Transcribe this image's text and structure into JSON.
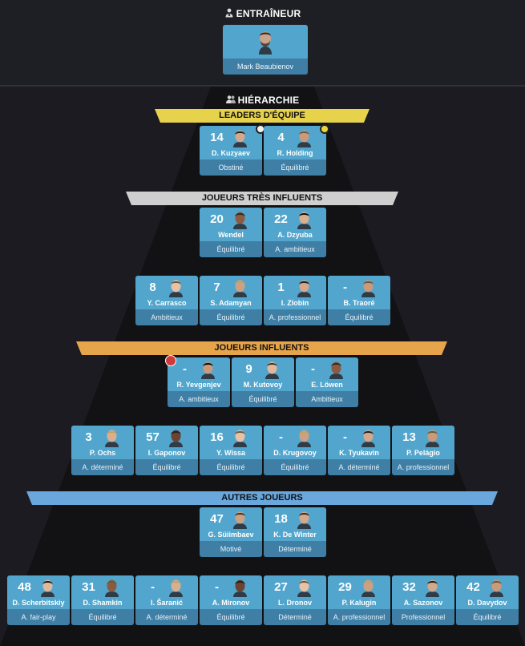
{
  "coach_section": {
    "title": "ENTRAÎNEUR",
    "coach_name": "Mark Beaubienov"
  },
  "hierarchy_section": {
    "title": "HIÉRARCHIE"
  },
  "tiers": {
    "leaders": {
      "label": "LEADERS D'ÉQUIPE",
      "color": "#e7d24c"
    },
    "very_influential": {
      "label": "JOUEURS TRÈS INFLUENTS",
      "color": "#cfcfcf"
    },
    "influential": {
      "label": "JOUEURS INFLUENTS",
      "color": "#e7a54b"
    },
    "others": {
      "label": "AUTRES JOUEURS",
      "color": "#6aa7dd"
    }
  },
  "rows": [
    [
      {
        "num": "14",
        "name": "D. Kuzyaev",
        "personality": "Obstiné",
        "badge": "white"
      },
      {
        "num": "4",
        "name": "R. Holding",
        "personality": "Équilibré",
        "badge": "yellow"
      }
    ],
    [
      {
        "num": "20",
        "name": "Wendel",
        "personality": "Équilibré"
      },
      {
        "num": "22",
        "name": "A. Dzyuba",
        "personality": "A. ambitieux"
      }
    ],
    [
      {
        "num": "8",
        "name": "Y. Carrasco",
        "personality": "Ambitieux"
      },
      {
        "num": "7",
        "name": "S. Adamyan",
        "personality": "Équilibré"
      },
      {
        "num": "1",
        "name": "I. Zlobin",
        "personality": "A. professionnel"
      },
      {
        "num": "-",
        "name": "B. Traoré",
        "personality": "Équilibré"
      }
    ],
    [
      {
        "num": "-",
        "name": "R. Yevgenjev",
        "personality": "A. ambitieux",
        "badge": "red"
      },
      {
        "num": "9",
        "name": "M. Kutovoy",
        "personality": "Équilibré"
      },
      {
        "num": "-",
        "name": "E. Löwen",
        "personality": "Ambitieux"
      }
    ],
    [
      {
        "num": "3",
        "name": "P. Ochs",
        "personality": "A. déterminé"
      },
      {
        "num": "57",
        "name": "I. Gaponov",
        "personality": "Équilibré"
      },
      {
        "num": "16",
        "name": "Y. Wissa",
        "personality": "Équilibré"
      },
      {
        "num": "-",
        "name": "D. Krugovoy",
        "personality": "Équilibré"
      },
      {
        "num": "-",
        "name": "K. Tyukavin",
        "personality": "A. déterminé"
      },
      {
        "num": "13",
        "name": "P. Pelágio",
        "personality": "A. professionnel"
      }
    ],
    [
      {
        "num": "47",
        "name": "G. Süiimbaev",
        "personality": "Motivé"
      },
      {
        "num": "18",
        "name": "K. De Winter",
        "personality": "Déterminé"
      }
    ],
    [
      {
        "num": "48",
        "name": "D. Scherbitskiy",
        "personality": "A. fair-play"
      },
      {
        "num": "31",
        "name": "D. Shamkin",
        "personality": "Équilibré"
      },
      {
        "num": "-",
        "name": "I. Šaranić",
        "personality": "A. déterminé"
      },
      {
        "num": "-",
        "name": "A. Mironov",
        "personality": "Équilibré"
      },
      {
        "num": "27",
        "name": "L. Dronov",
        "personality": "Déterminé"
      },
      {
        "num": "29",
        "name": "P. Kalugin",
        "personality": "A. professionnel"
      },
      {
        "num": "32",
        "name": "A. Sazonov",
        "personality": "Professionnel"
      },
      {
        "num": "42",
        "name": "D. Davydov",
        "personality": "Équilibré"
      }
    ]
  ]
}
